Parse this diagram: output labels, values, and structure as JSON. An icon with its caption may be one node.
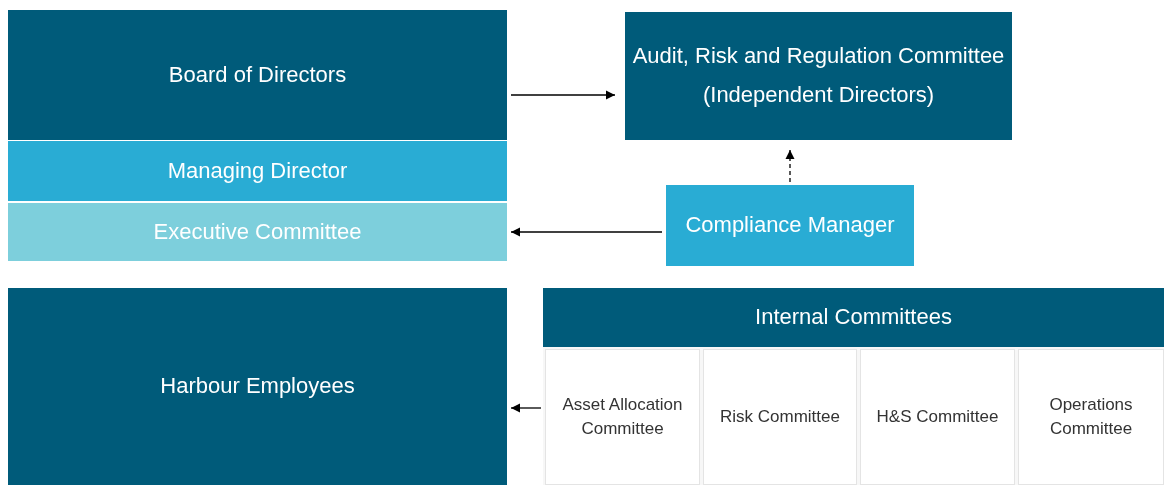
{
  "diagram": {
    "nodes": [
      {
        "text": [
          "Board of Directors"
        ]
      },
      {
        "text": [
          "Managing Director"
        ]
      },
      {
        "text": [
          "Executive Committee"
        ]
      },
      {
        "text": [
          "Audit, Risk and Regulation Committee",
          "(Independent Directors)"
        ]
      },
      {
        "text": [
          "Compliance Manager"
        ]
      },
      {
        "text": [
          "Harbour Employees"
        ]
      },
      {
        "text": [
          "Internal Committees"
        ]
      },
      {
        "text": [
          "Asset Allocation Committee"
        ],
        "in": 6
      },
      {
        "text": [
          "Risk Committee"
        ],
        "in": 6
      },
      {
        "text": [
          "H&S Committee"
        ],
        "in": 6
      },
      {
        "text": [
          "Operations Committee"
        ],
        "in": 6
      }
    ],
    "edges": [
      {
        "from": 0,
        "to": 3,
        "arrow": "to"
      },
      {
        "from": 4,
        "to": 3,
        "arrow": "to",
        "style": "dashed"
      },
      {
        "from": 4,
        "to": 2,
        "arrow": "to"
      },
      {
        "from": 7,
        "to": 5,
        "arrow": "to"
      }
    ]
  }
}
